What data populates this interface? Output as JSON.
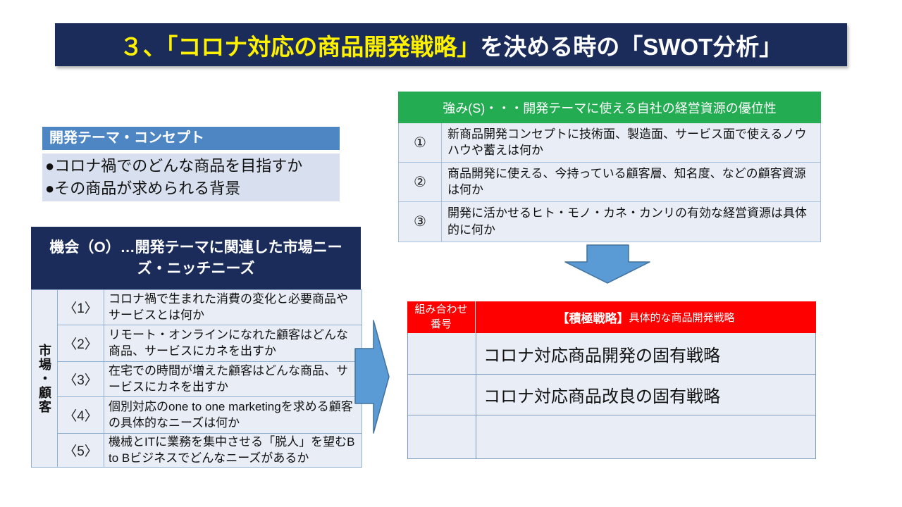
{
  "slide": {
    "title": {
      "highlight": "３、「コロナ対応の商品開発戦略」",
      "rest": "を決める時の「SWOT分析」"
    }
  },
  "concept": {
    "header": "開発テーマ・コンセプト",
    "lines": [
      "●コロナ禍でのどんな商品を目指すか",
      "●その商品が求められる背景"
    ]
  },
  "strengths": {
    "header": "強み(S)・・・開発テーマに使える自社の経営資源の優位性",
    "rows": [
      {
        "num": "①",
        "text": "新商品開発コンセプトに技術面、製造面、サービス面で使えるノウハウや蓄えは何か"
      },
      {
        "num": "②",
        "text": "商品開発に使える、今持っている顧客層、知名度、などの顧客資源は何か"
      },
      {
        "num": "③",
        "text": "開発に活かせるヒト・モノ・カネ・カンリの有効な経営資源は具体的に何か"
      }
    ]
  },
  "opportunities": {
    "header": "機会（O）…開発テーマに関連した市場ニーズ・ニッチニーズ",
    "side_label": "市場・顧客",
    "rows": [
      {
        "num": "〈1〉",
        "text": "コロナ禍で生まれた消費の変化と必要商品やサービスとは何か"
      },
      {
        "num": "〈2〉",
        "text": "リモート・オンラインになれた顧客はどんな商品、サービスにカネを出すか"
      },
      {
        "num": "〈3〉",
        "text": "在宅での時間が増えた顧客はどんな商品、サービスにカネを出すか"
      },
      {
        "num": "〈4〉",
        "text": "個別対応のone to one marketingを求める顧客の具体的なニーズは何か"
      },
      {
        "num": "〈5〉",
        "text": "機械とITに業務を集中させる「脱人」を望むB to Bビジネスでどんなニーズがあるか"
      }
    ]
  },
  "strategies": {
    "number_header": "組み合わせ番号",
    "title_bold": "【積極戦略】",
    "title_rest": "具体的な商品開発戦略",
    "rows": [
      {
        "number": "",
        "text": "コロナ対応商品開発の固有戦略"
      },
      {
        "number": "",
        "text": "コロナ対応商品改良の固有戦略"
      },
      {
        "number": "",
        "text": ""
      }
    ]
  },
  "colors": {
    "title_bg": "#1B2C5B",
    "title_highlight": "#FFF200",
    "concept_header_bg": "#4E86C4",
    "concept_body_bg": "#D8E0F0",
    "strengths_header_bg": "#23AC52",
    "opportunities_header_bg": "#1B2C5B",
    "strategy_header_bg": "#FE0000",
    "cell_bg": "#E9EDF6",
    "arrow_fill": "#5B9BD5",
    "arrow_stroke": "#41719C"
  }
}
